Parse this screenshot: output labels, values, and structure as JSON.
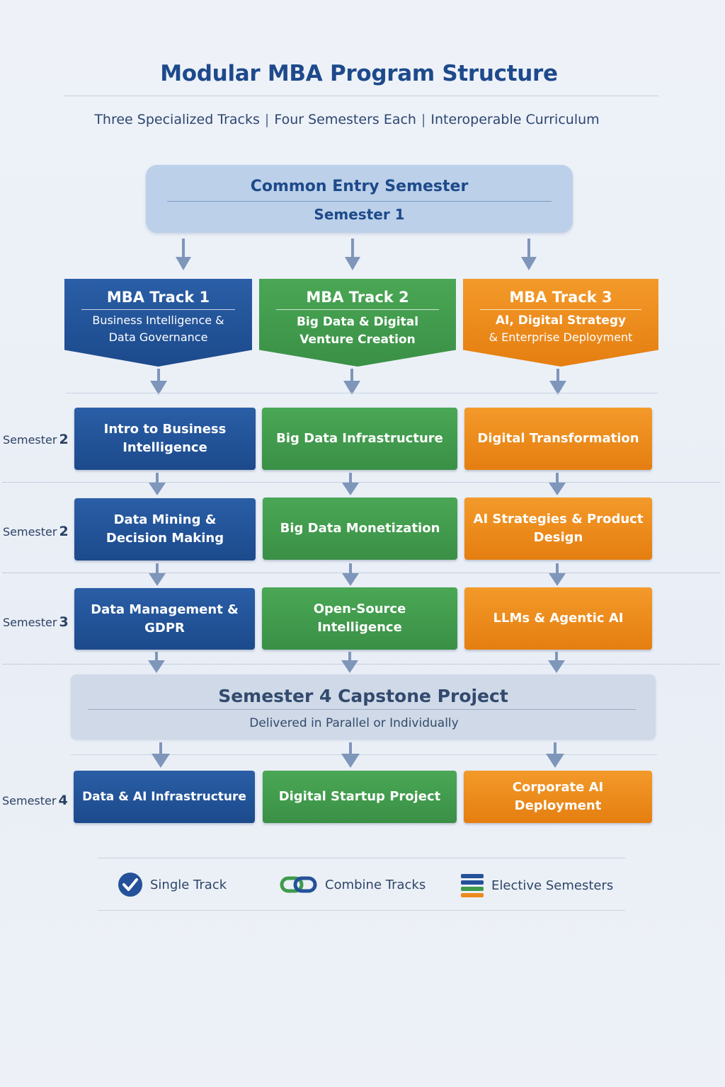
{
  "header": {
    "title": "Modular MBA Program Structure",
    "subtitle_parts": [
      "Three Specialized Tracks",
      "Four Semesters Each",
      "Interoperable Curriculum"
    ],
    "subtitle_separator": "|"
  },
  "entry": {
    "title": "Common Entry Semester",
    "semester": "Semester 1"
  },
  "tracks": [
    {
      "title": "MBA Track 1",
      "subtitle_lines": [
        "Business Intelligence &",
        "Data Governance"
      ]
    },
    {
      "title": "MBA Track 2",
      "subtitle_lines": [
        "Big Data & Digital",
        "Venture Creation"
      ]
    },
    {
      "title": "MBA Track 3",
      "subtitle_lines": [
        "AI, Digital Strategy",
        "& Enterprise Deployment"
      ]
    }
  ],
  "semester_rows": [
    {
      "label": "Semester",
      "number": "2",
      "modules": [
        "Intro to Business Intelligence",
        "Big Data Infrastructure",
        "Digital Transformation"
      ]
    },
    {
      "label": "Semester",
      "number": "2",
      "modules": [
        "Data Mining & Decision Making",
        "Big Data Monetization",
        "AI Strategies & Product Design"
      ]
    },
    {
      "label": "Semester",
      "number": "3",
      "modules": [
        "Data Management & GDPR",
        "Open-Source Intelligence",
        "LLMs & Agentic AI"
      ]
    }
  ],
  "capstone": {
    "title": "Semester 4 Capstone Project",
    "subtitle": "Delivered in Parallel or Individually"
  },
  "final_row": {
    "label": "Semester",
    "number": "4",
    "modules": [
      "Data & AI Infrastructure",
      "Digital Startup Project",
      "Corporate AI Deployment"
    ]
  },
  "legend": [
    {
      "label": "Single Track",
      "icon": "check-circle-icon"
    },
    {
      "label": "Combine Tracks",
      "icon": "chain-link-icon"
    },
    {
      "label": "Elective Semesters",
      "icon": "stacked-layers-icon"
    }
  ],
  "colors": {
    "track1": "#1f4f93",
    "track2": "#41a04d",
    "track3": "#ee8a1c",
    "arrow": "#7f96bb",
    "title": "#1e4a8c"
  }
}
